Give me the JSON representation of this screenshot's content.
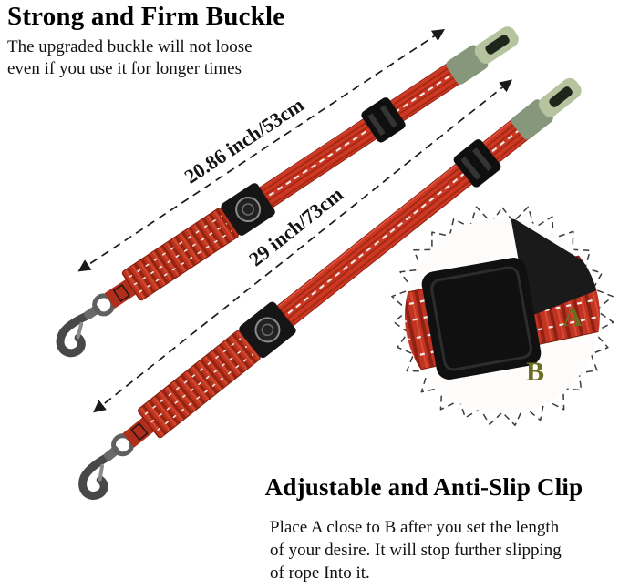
{
  "header": {
    "title": "Strong and Firm Buckle",
    "subtitle_line1": "The upgraded buckle will not loose",
    "subtitle_line2": "even if you use it for longer times"
  },
  "straps": {
    "strap1_measurement": "20.86 inch/53cm",
    "strap2_measurement": "29 inch/73cm"
  },
  "inset": {
    "label_a": "A",
    "label_b": "B"
  },
  "footer": {
    "title": "Adjustable and Anti-Slip Clip",
    "body_line1": "Place A close to B after you set the length",
    "body_line2": "of your desire. It will stop further slipping",
    "body_line3": "of rope Into it."
  },
  "colors": {
    "strap_red": "#c9351f",
    "ab_label_olive": "#6b6e20",
    "tongue_green": "#b5c49f"
  }
}
